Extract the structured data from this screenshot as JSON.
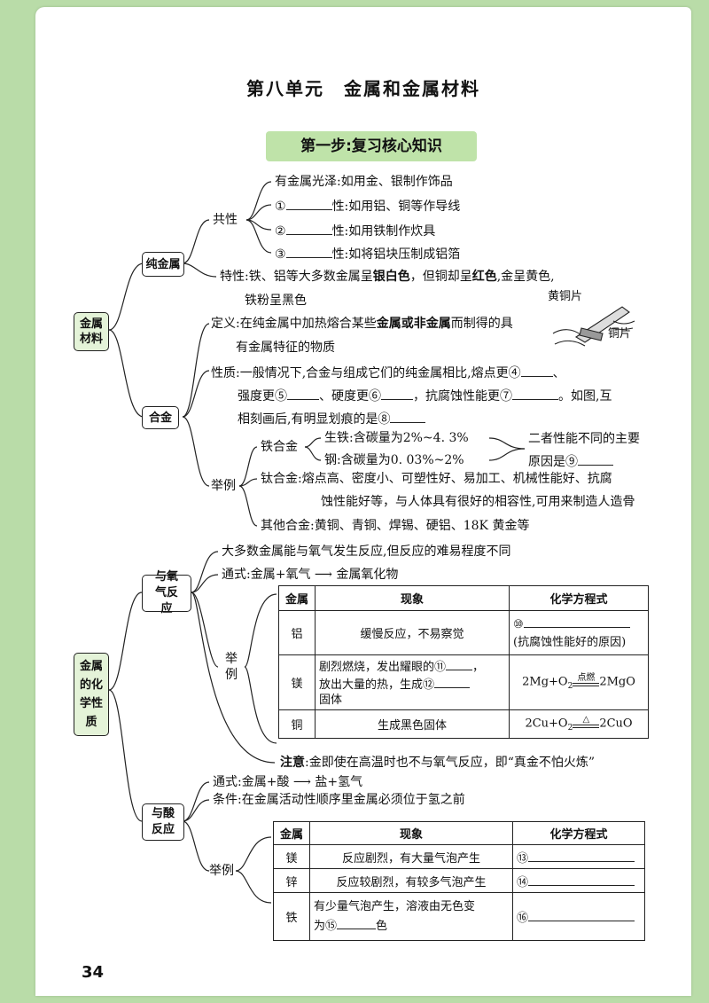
{
  "title": "第八单元　金属和金属材料",
  "banner": "第一步:复习核心知识",
  "page_number": "34",
  "metal_materials": {
    "root": "金属材料",
    "pure_metal": "纯金属",
    "common_label": "共性",
    "common": {
      "luster": "有金属光泽:如用金、银制作饰品",
      "n1": "①",
      "p1": "性:如用铝、铜等作导线",
      "n2": "②",
      "p2": "性:如用铁制作炊具",
      "n3": "③",
      "p3": "性:如将铝块压制成铝箔"
    },
    "special_a": "特性:铁、铝等大多数金属呈",
    "special_silver": "银白色",
    "special_b": "，但铜却呈",
    "special_red": "红色",
    "special_c": ",金呈黄色,",
    "special_line2": "铁粉呈黑色",
    "alloy": "合金",
    "def_a": "定义:在纯金属中加热熔合某些",
    "def_bold": "金属或非金属",
    "def_b": "而制得的具",
    "def_line2": "有金属特征的物质",
    "prop_line1a": "性质:一般情况下,合金与组成它们的纯金属相比,熔点更④",
    "prop_line1b": "、",
    "prop_line2a": "强度更⑤",
    "prop_line2b": "、硬度更⑥",
    "prop_line2c": "，抗腐蚀性能更⑦",
    "prop_line2d": "。如图,互",
    "prop_line3a": "相刻画后,有明显划痕的是⑧",
    "brass_label": "黄铜片",
    "copper_label": "铜片",
    "example_label": "举例",
    "iron_alloy": "铁合金",
    "pig_iron": "生铁:含碳量为2%~4. 3%",
    "steel": "钢:含碳量为0. 03%~2%",
    "diff_line1": "二者性能不同的主要",
    "diff_line2": "原因是⑨",
    "ti_line1": "钛合金:熔点高、密度小、可塑性好、易加工、机械性能好、抗腐",
    "ti_line2": "蚀性能好等，与人体具有很好的相容性,可用来制造人造骨",
    "other_alloys": "其他合金:黄铜、青铜、焊锡、硬铝、18K 黄金等"
  },
  "chem_props": {
    "root": "金属的化学性质",
    "oxygen_box": "与氧气反应",
    "oxy_line1": "大多数金属能与氧气发生反应,但反应的难易程度不同",
    "oxy_formula": "通式:金属+氧气 ⟶ 金属氧化物",
    "example_label": "举例",
    "oxy_table": {
      "headers": [
        "金属",
        "现象",
        "化学方程式"
      ],
      "r1_metal": "铝",
      "r1_phen": "缓慢反应，不易察觉",
      "r1_num": "⑩",
      "r1_note": "(抗腐蚀性能好的原因)",
      "r2_metal": "镁",
      "r2_phen_a": "剧烈燃烧，发出耀眼的⑪",
      "r2_phen_b": "，",
      "r2_phen_c": "放出大量的热，生成⑫",
      "r2_phen_d": "固体",
      "r2_eq_left": "2Mg+O",
      "r2_eq_cond": "点燃",
      "r2_eq_right": "2MgO",
      "r3_metal": "铜",
      "r3_phen": "生成黑色固体",
      "r3_eq_left": "2Cu+O",
      "r3_eq_cond": "△",
      "r3_eq_right": "2CuO"
    },
    "note_bold": "注意",
    "note_text": ":金即使在高温时也不与氧气反应，即“真金不怕火炼”",
    "acid_box": "与酸反应",
    "acid_formula": "通式:金属+酸 ⟶ 盐+氢气",
    "acid_condition": "条件:在金属活动性顺序里金属必须位于氢之前",
    "acid_table": {
      "headers": [
        "金属",
        "现象",
        "化学方程式"
      ],
      "r1_metal": "镁",
      "r1_phen": "反应剧烈，有大量气泡产生",
      "r1_num": "⑬",
      "r2_metal": "锌",
      "r2_phen": "反应较剧烈，有较多气泡产生",
      "r2_num": "⑭",
      "r3_metal": "铁",
      "r3_phen_a": "有少量气泡产生，溶液由无色变",
      "r3_phen_b": "为⑮",
      "r3_phen_c": "色",
      "r3_num": "⑯"
    }
  }
}
